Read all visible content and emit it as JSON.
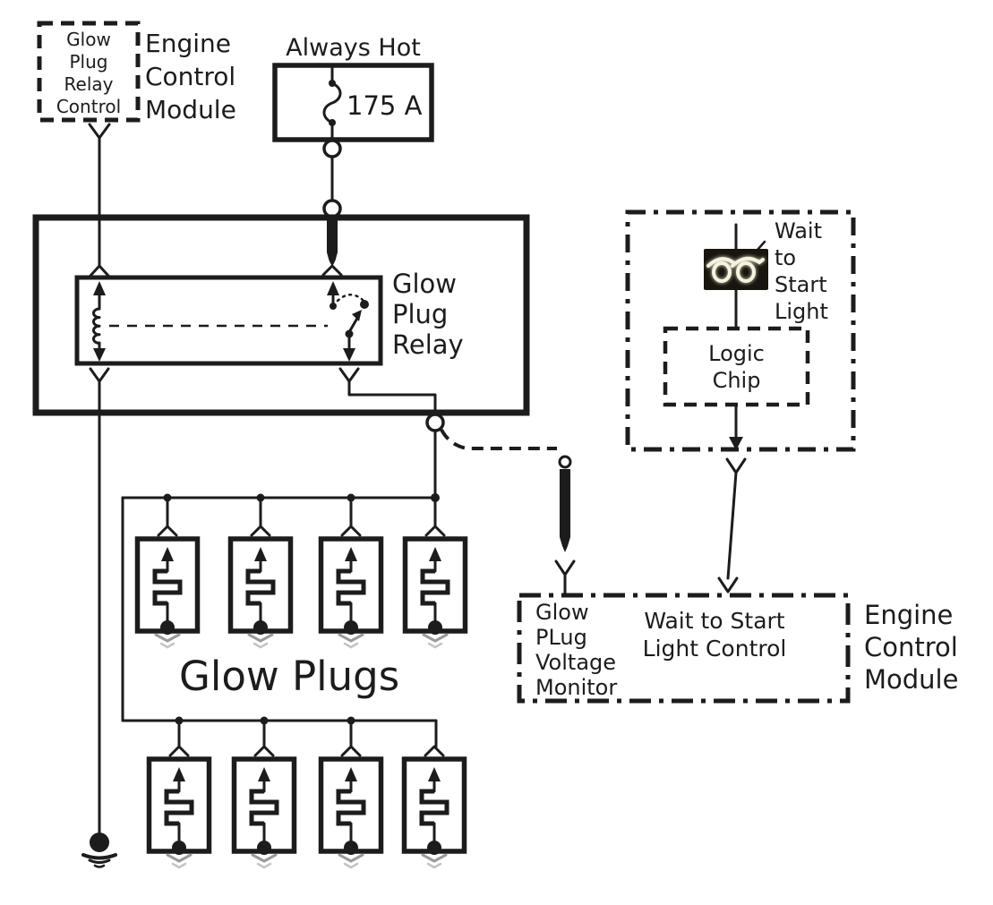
{
  "ecm_top": {
    "box_label_lines": [
      "Glow",
      "Plug",
      "Relay",
      "Control"
    ],
    "module_label_lines": [
      "Engine",
      "Control",
      "Module"
    ]
  },
  "power": {
    "label": "Always Hot",
    "fuse_rating": "175 A"
  },
  "relay": {
    "label_lines": [
      "Glow",
      "Plug",
      "Relay"
    ]
  },
  "glow_plugs": {
    "label": "Glow Plugs",
    "count_top_row": 4,
    "count_bottom_row": 4
  },
  "indicator": {
    "label_lines": [
      "Wait",
      "to",
      "Start",
      "Light"
    ],
    "logic_chip_lines": [
      "Logic",
      "Chip"
    ]
  },
  "ecm_bottom": {
    "monitor_lines": [
      "Glow",
      "PLug",
      "Voltage",
      "Monitor"
    ],
    "control_lines": [
      "Wait to Start",
      "Light Control"
    ],
    "module_label_lines": [
      "Engine",
      "Control",
      "Module"
    ]
  },
  "icons": {
    "fuse": "fuse-squiggle-icon",
    "relay_coil": "relay-coil-icon",
    "relay_switch": "relay-switch-icon",
    "round_connector": "circle-connector-icon",
    "chevron_connector": "chevron-connector-icon",
    "splice_bar": "splice-bar-icon",
    "glow_plug_element": "glow-plug-heater-icon",
    "ground": "ground-icon",
    "wait_to_start_lamp": "glowing-coil-lamp-icon"
  },
  "colors": {
    "ink": "#1c1c1c",
    "background": "#ffffff",
    "lamp_glow": "#f2eeda",
    "lamp_background": "#17150e",
    "ground_accent": "#9a9a9a"
  }
}
